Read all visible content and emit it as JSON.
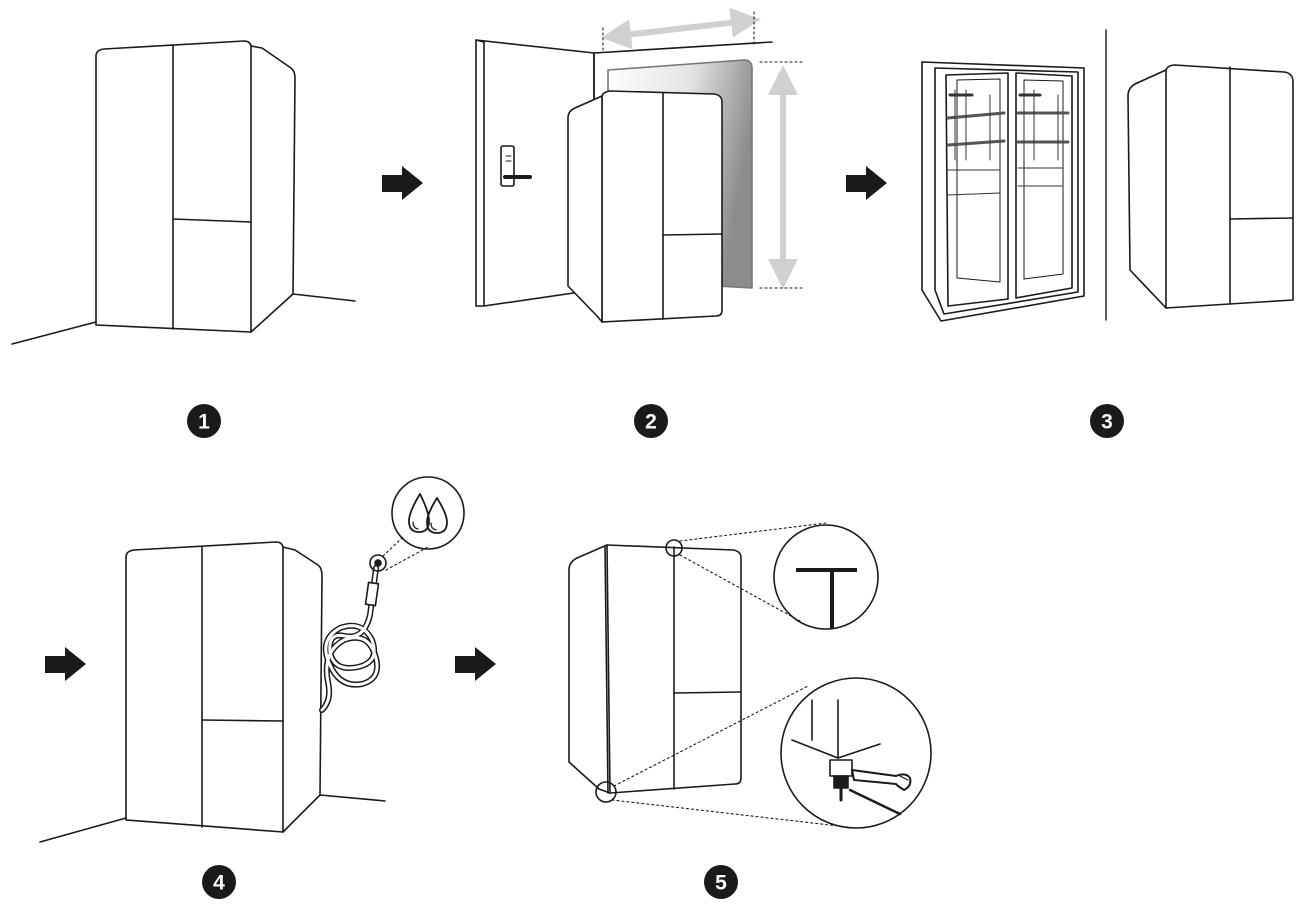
{
  "steps": [
    {
      "number": "1"
    },
    {
      "number": "2"
    },
    {
      "number": "3"
    },
    {
      "number": "4"
    },
    {
      "number": "5"
    }
  ],
  "colors": {
    "line": "#1a1a1a",
    "badge": "#1a1a1a",
    "badge_text": "#ffffff",
    "dimension_arrow": "#d0d0d0",
    "panel_gradient_light": "#ffffff",
    "panel_gradient_dark": "#8c8c8c",
    "shelf": "#555555"
  },
  "icons": [
    "step-arrow-icon",
    "water-drops-icon",
    "hex-key-icon",
    "wrench-icon",
    "leveling-foot-icon"
  ]
}
